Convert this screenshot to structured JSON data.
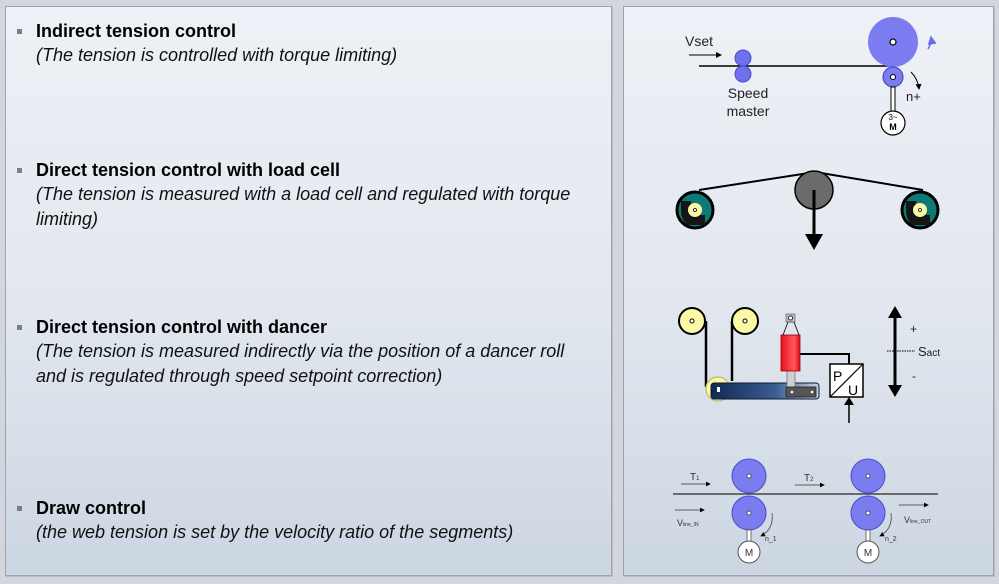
{
  "items": [
    {
      "title": "Indirect tension control",
      "description": "(The tension is controlled with torque limiting)"
    },
    {
      "title": "Direct tension control with load cell",
      "description": "(The tension is measured with a load cell and regulated with torque limiting)"
    },
    {
      "title": "Direct tension control with dancer",
      "description": "(The tension is measured indirectly via the position of a dancer roll and is regulated through speed setpoint correction)"
    },
    {
      "title": "Draw control",
      "description": "(the web tension is set by the velocity ratio of the segments)"
    }
  ],
  "diagrams": {
    "indirect": {
      "vset_label": "Vset",
      "speed_label": "Speed",
      "master_label": "master",
      "n_label": "n+",
      "motor_phase_label": "3~",
      "motor_label": "M"
    },
    "dancer": {
      "p_label": "P",
      "u_label": "U",
      "plus_label": "+",
      "minus_label": "-",
      "s_label": "S",
      "s_sub": "act"
    },
    "draw": {
      "t1_label": "T",
      "t1_sub": "1",
      "t2_label": "T",
      "t2_sub": "2",
      "vin_label": "V",
      "vin_sub": "line_IN",
      "vout_label": "V",
      "vout_sub": "line_OUT",
      "n1_label": "n_1",
      "n2_label": "n_2",
      "motor1_label": "M",
      "motor2_label": "M"
    }
  },
  "colors": {
    "roller_blue": "#7b7cf0",
    "roller_yellow": "#fbf9a5",
    "reel_teal": "#0e7a76",
    "dancer_red": "#e8202a",
    "dancer_arm": "#1e3d6e",
    "loadcell_gray": "#6b6b6b"
  }
}
